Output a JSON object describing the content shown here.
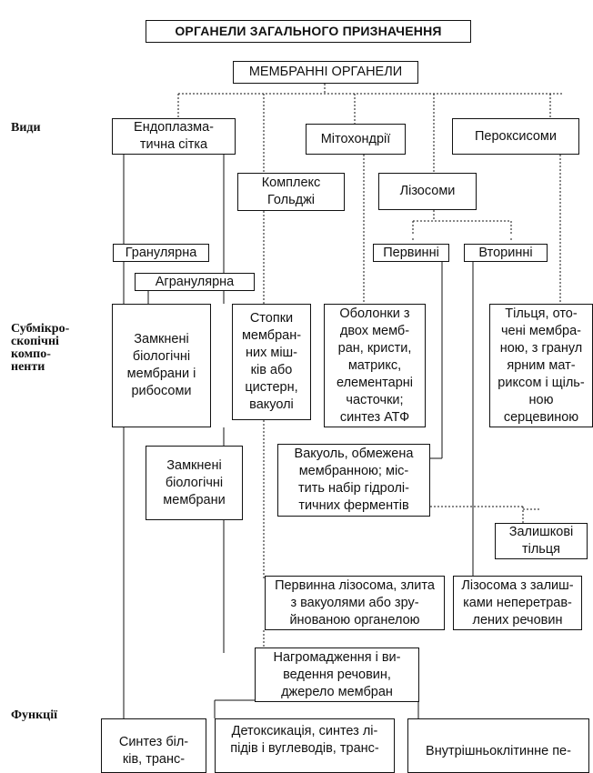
{
  "title": "ОРГАНЕЛИ ЗАГАЛЬНОГО ПРИЗНАЧЕННЯ",
  "root": "МЕМБРАННІ ОРГАНЕЛИ",
  "side_labels": {
    "kinds": "Види",
    "components": "Субмікро-\nскопічні\nкомпо-\nненти",
    "functions": "Функції"
  },
  "organelles": {
    "er": "Ендоплазма-\nтична сітка",
    "golgi": "Комплекс\nГольджі",
    "mito": "Мітохондрії",
    "lyso": "Лізосоми",
    "perox": "Пероксисоми"
  },
  "subtypes": {
    "granular": "Гранулярна",
    "agranular": "Агранулярна",
    "primary": "Первинні",
    "secondary": "Вторинні"
  },
  "components": {
    "er_granular": "Замкнені\nбіологічні\nмембрани і\nрибосоми",
    "er_agranular": "Замкнені\nбіологічні\nмембрани",
    "golgi": "Стопки\nмембран-\nних міш-\nків або\nцистерн,\nвакуолі",
    "mito": "Оболонки з\nдвох мемб-\nран, кристи,\nматрикс,\nелементарні\nчасточки;\nсинтез АТФ",
    "perox": "Тільця, ото-\nчені мембра-\nною, з гранул\nярним мат-\nриксом і щіль-\nною\nсерцевиною",
    "lyso_primary": "Вакуоль, обмежена\nмембранною; міс-\nтить набір гідролі-\nтичних ферментів",
    "residual": "Залишкові\nтільця",
    "lyso_fused": "Первинна лізосома, злита\nз вакуолями або зру-\nйнованою органелою",
    "lyso_residue": "Лізосома з залиш-\nками неперетрав-\nлених речовин",
    "golgi_accum": "Нагромадження і ви-\nведення речовин,\nджерело мембран"
  },
  "functions": {
    "protein": "Синтез біл-\nків, транс-",
    "detox": "Детоксикація, синтез лі-\nпідів і вуглеводів, транс-",
    "digestion": "Внутрішньоклітинне пе-"
  }
}
